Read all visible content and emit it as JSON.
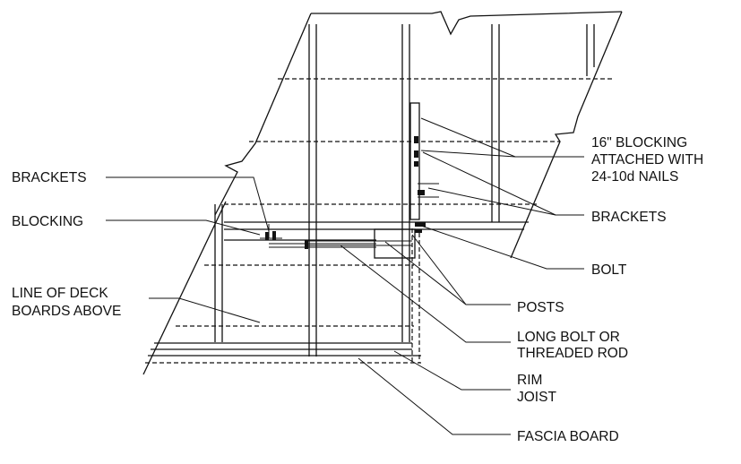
{
  "labels": {
    "brackets_left": "BRACKETS",
    "blocking": "BLOCKING",
    "line_of_deck_1": "LINE OF DECK",
    "line_of_deck_2": "BOARDS ABOVE",
    "blocking16_1": "16\" BLOCKING",
    "blocking16_2": "ATTACHED WITH",
    "blocking16_3": "24-10d NAILS",
    "brackets_right": "BRACKETS",
    "bolt": "BOLT",
    "posts": "POSTS",
    "long_bolt_1": "LONG BOLT OR",
    "long_bolt_2": "THREADED ROD",
    "rim_1": "RIM",
    "rim_2": "JOIST",
    "fascia": "FASCIA BOARD"
  }
}
